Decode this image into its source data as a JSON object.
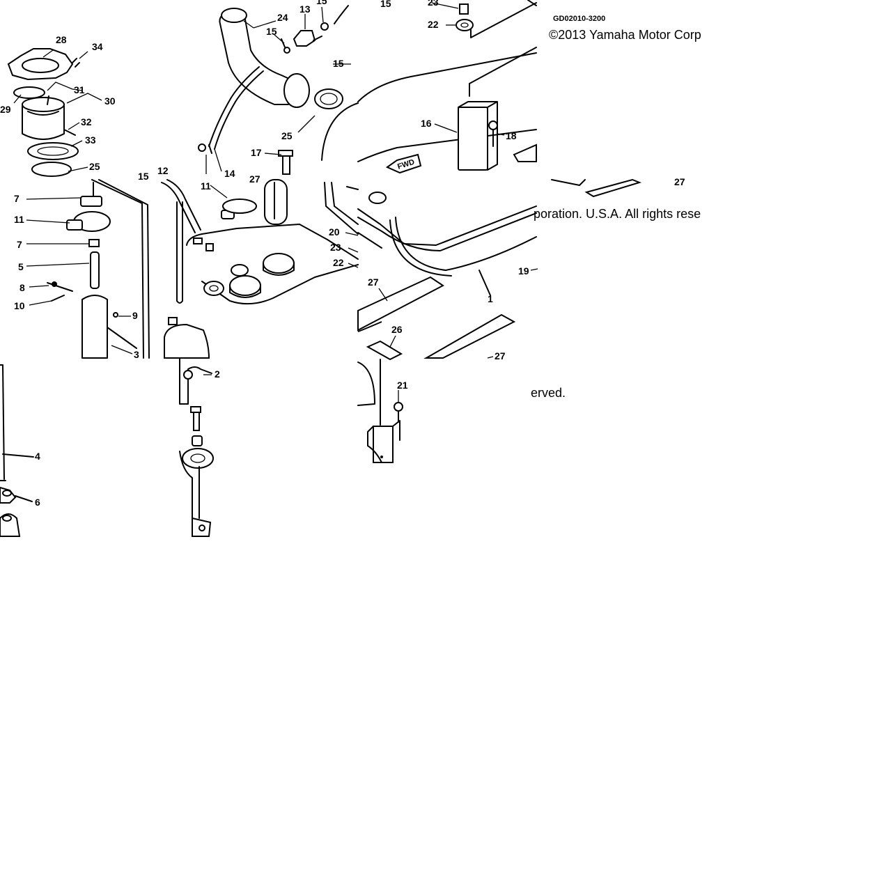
{
  "diagram": {
    "part_code": "GD02010-3200",
    "copyright_line_1": "©2013 Yamaha Motor Corp",
    "copyright_line_2": "poration. U.S.A. All rights rese",
    "copyright_line_3": "erved.",
    "fwd_arrow_text": "FWD",
    "callouts": {
      "c1": "1",
      "c2": "2",
      "c3": "3",
      "c4": "4",
      "c5": "5",
      "c6": "6",
      "c7a": "7",
      "c7b": "7",
      "c8": "8",
      "c9": "9",
      "c10": "10",
      "c11a": "11",
      "c11b": "11",
      "c12": "12",
      "c13": "13",
      "c14": "14",
      "c15a": "15",
      "c15b": "15",
      "c15c": "15",
      "c15d": "15",
      "c15e": "15",
      "c16": "16",
      "c17": "17",
      "c18": "18",
      "c19": "19",
      "c20": "20",
      "c21": "21",
      "c22a": "22",
      "c22b": "22",
      "c23a": "23",
      "c23b": "23",
      "c24": "24",
      "c25a": "25",
      "c25b": "25",
      "c26": "26",
      "c27a": "27",
      "c27b": "27",
      "c27c": "27",
      "c27d": "27",
      "c28": "28",
      "c29": "29",
      "c30": "30",
      "c31": "31",
      "c32": "32",
      "c33": "33",
      "c34": "34"
    }
  }
}
